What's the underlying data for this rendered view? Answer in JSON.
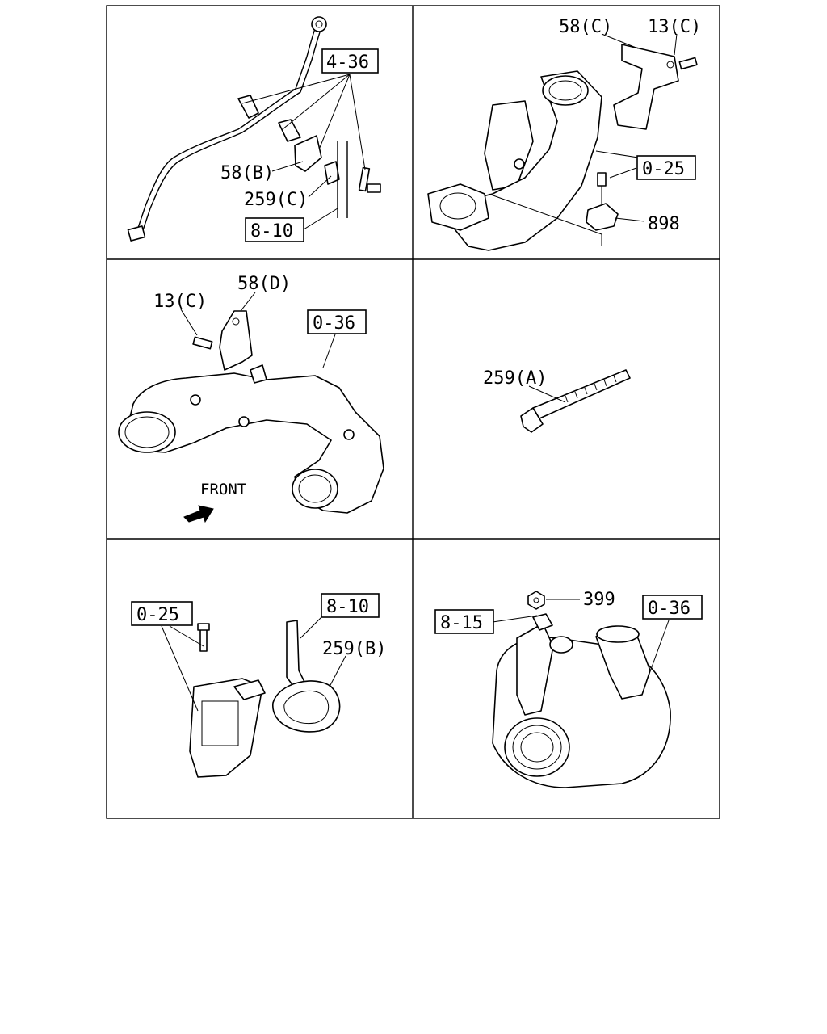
{
  "panels": [
    {
      "id": "top-left",
      "labels": {
        "ref_a": "4-36",
        "part_a": "58(B)",
        "part_b": "259(C)",
        "ref_b": "8-10"
      }
    },
    {
      "id": "top-right",
      "labels": {
        "part_a": "58(C)",
        "part_b": "13(C)",
        "ref_a": "0-25",
        "part_c": "898"
      }
    },
    {
      "id": "mid-left",
      "labels": {
        "part_a": "58(D)",
        "part_b": "13(C)",
        "ref_a": "0-36",
        "direction": "FRONT"
      }
    },
    {
      "id": "mid-right",
      "labels": {
        "part_a": "259(A)"
      }
    },
    {
      "id": "bottom-left",
      "labels": {
        "ref_a": "0-25",
        "ref_b": "8-10",
        "part_a": "259(B)"
      }
    },
    {
      "id": "bottom-right",
      "labels": {
        "part_a": "399",
        "ref_a": "8-15",
        "ref_b": "0-36"
      }
    }
  ]
}
